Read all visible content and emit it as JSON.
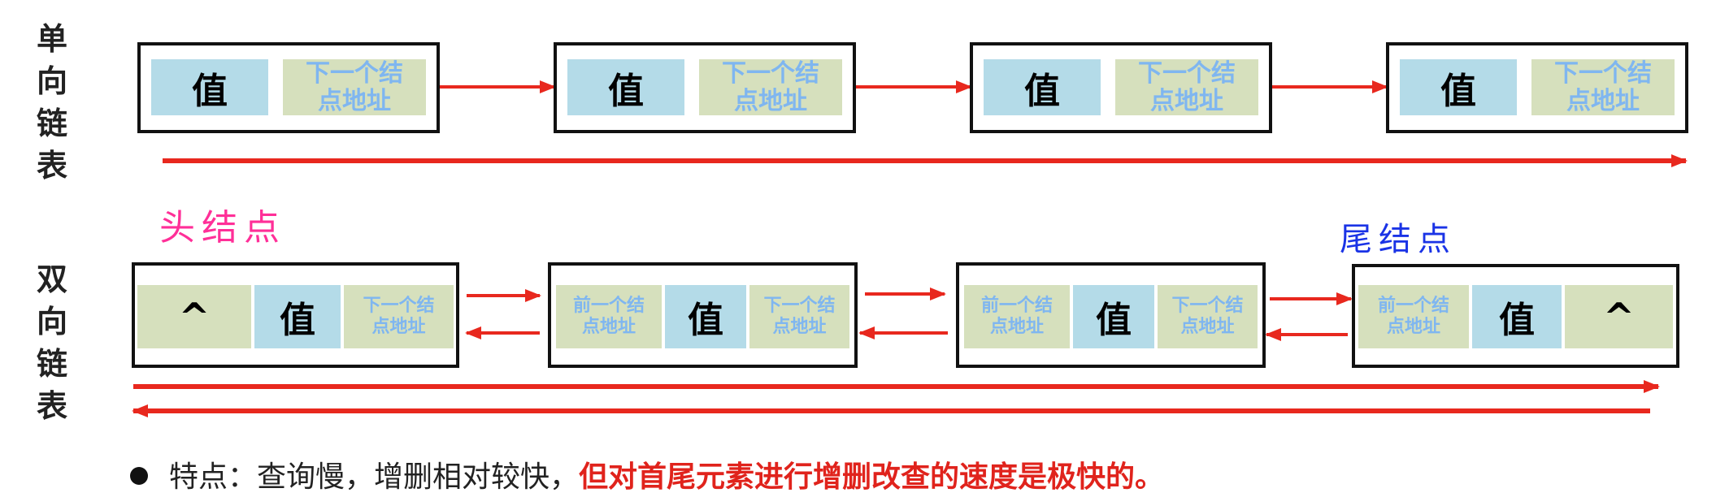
{
  "singly": {
    "label_chars": [
      "单",
      "向",
      "链",
      "表"
    ],
    "value_text": "值",
    "next_text_line1": "下一个结",
    "next_text_line2": "点地址"
  },
  "doubly": {
    "label_chars": [
      "双",
      "向",
      "链",
      "表"
    ],
    "value_text": "值",
    "null_symbol": "^",
    "prev_text_line1": "前一个结",
    "prev_text_line2": "点地址",
    "next_text_line1": "下一个结",
    "next_text_line2": "点地址",
    "head_label": "头结点",
    "tail_label": "尾结点"
  },
  "note": {
    "prefix": "特点：查询慢，增删相对较快，",
    "highlight": "但对首尾元素进行增删改查的速度是极快的。"
  },
  "colors": {
    "value_cell": "#b4dbe8",
    "pointer_cell": "#d6e0bd",
    "pointer_text": "#7fb6f0",
    "arrow": "#e8281e",
    "head_label": "#ff2f98",
    "tail_label": "#1a33e6",
    "highlight_text": "#e0231c"
  }
}
